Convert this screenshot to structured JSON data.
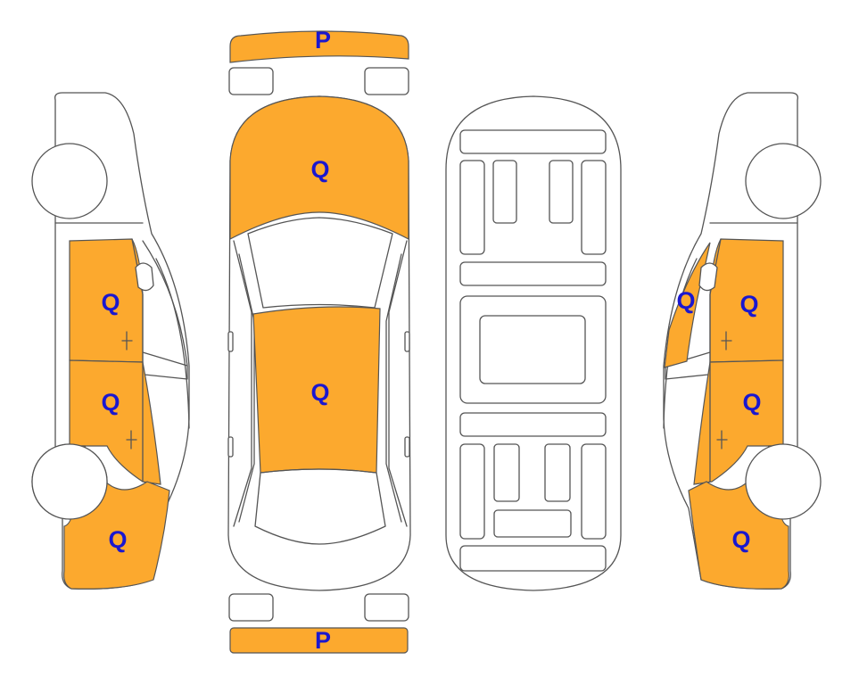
{
  "colors": {
    "marked_fill": "#fca92e",
    "label": "#1a17cf",
    "outline": "#555555",
    "background": "#ffffff"
  },
  "labels": {
    "front_bumper": "P",
    "rear_bumper": "P",
    "hood": "Q",
    "roof": "Q",
    "left_front_door": "Q",
    "left_rear_door": "Q",
    "left_rear_quarter": "Q",
    "right_a_pillar": "Q",
    "right_front_door": "Q",
    "right_rear_door": "Q",
    "right_rear_quarter": "Q"
  }
}
